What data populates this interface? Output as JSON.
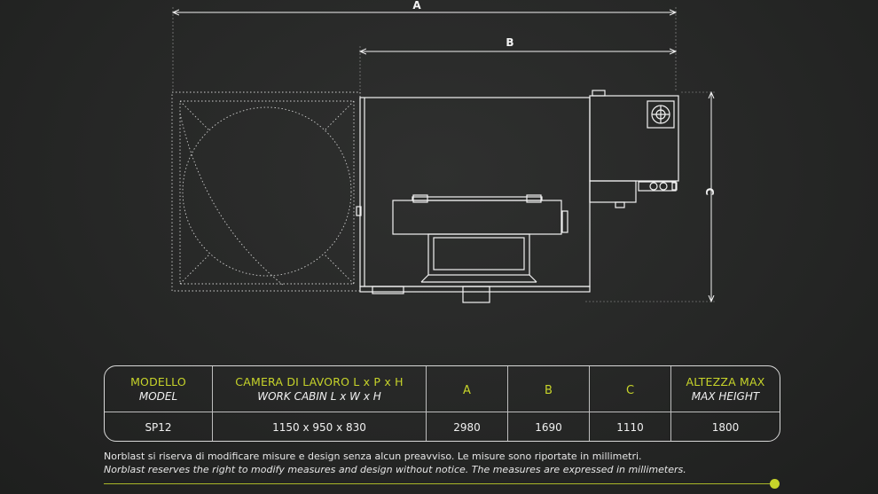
{
  "drawing": {
    "dimension_labels": [
      "A",
      "B",
      "C"
    ]
  },
  "table": {
    "headers": [
      {
        "it": "MODELLO",
        "en": "MODEL"
      },
      {
        "it": "CAMERA DI LAVORO L x P x H",
        "en": "WORK CABIN L x W x H"
      },
      {
        "it": "A",
        "en": ""
      },
      {
        "it": "B",
        "en": ""
      },
      {
        "it": "C",
        "en": ""
      },
      {
        "it": "ALTEZZA MAX",
        "en": "MAX HEIGHT"
      }
    ],
    "rows": [
      [
        "SP12",
        "1150 x 950 x 830",
        "2980",
        "1690",
        "1110",
        "1800"
      ]
    ]
  },
  "notes": {
    "it": "Norblast si riserva di modificare misure e design senza alcun preavviso. Le misure sono riportate in millimetri.",
    "en": "Norblast reserves the right to modify measures and design without notice. The measures are expressed in millimeters."
  },
  "colors": {
    "accent": "#c7d42a",
    "line": "#f2f2f2",
    "background": "#282928"
  }
}
